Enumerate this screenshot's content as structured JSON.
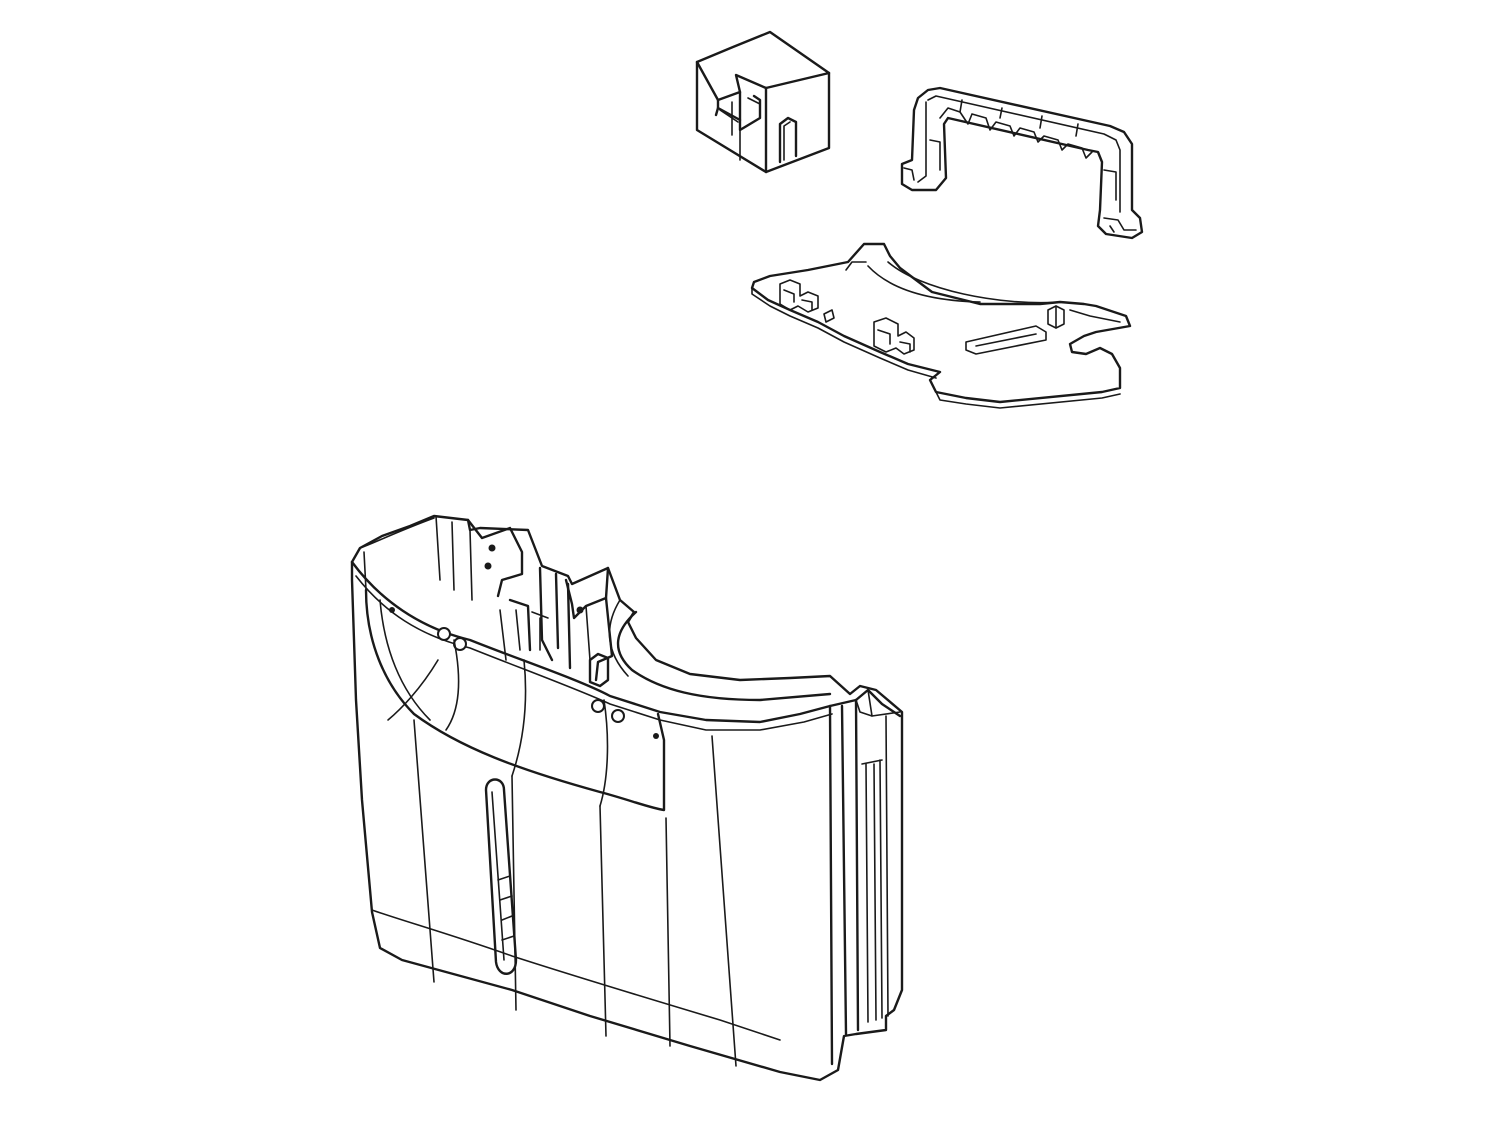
{
  "diagram": {
    "style": "exploded-view line drawing",
    "background_color": "#ffffff",
    "line_color": "#1a1a1a",
    "parts": [
      {
        "id": "block",
        "icon": "notched-cube-icon"
      },
      {
        "id": "handle",
        "icon": "u-handle-icon"
      },
      {
        "id": "plate",
        "icon": "mounting-plate-icon"
      },
      {
        "id": "tank",
        "icon": "water-tank-icon"
      }
    ]
  }
}
